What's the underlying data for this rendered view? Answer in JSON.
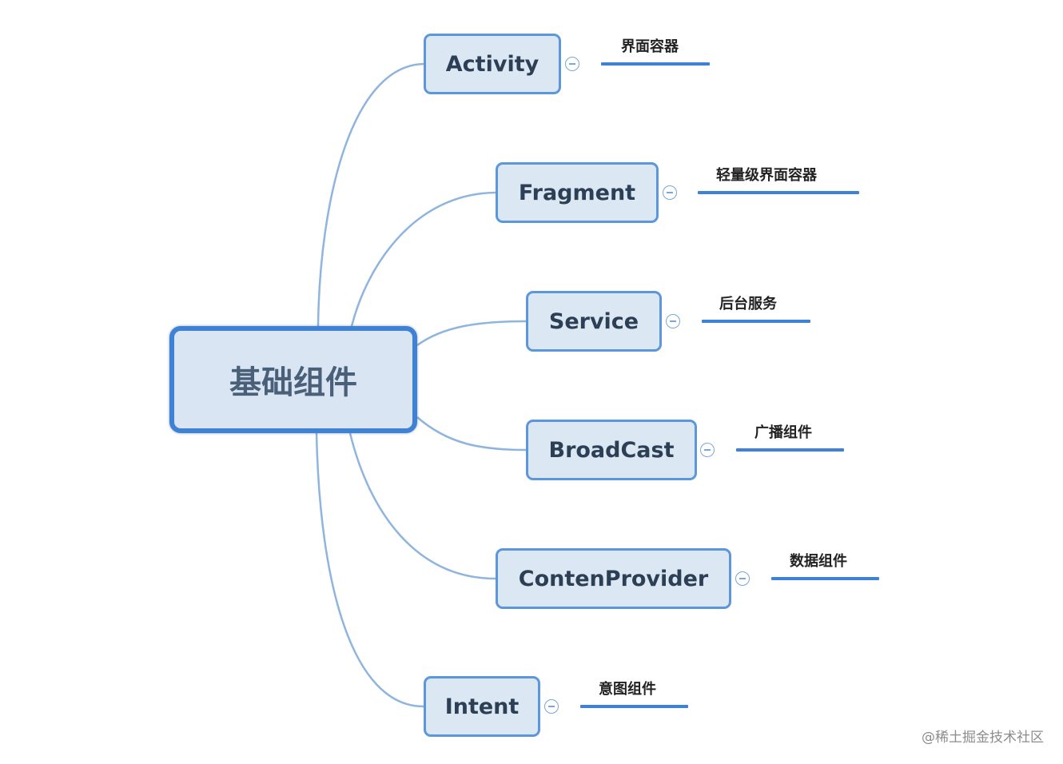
{
  "root": {
    "label": "基础组件"
  },
  "branches": [
    {
      "label": "Activity",
      "description": "界面容器"
    },
    {
      "label": "Fragment",
      "description": "轻量级界面容器"
    },
    {
      "label": "Service",
      "description": "后台服务"
    },
    {
      "label": "BroadCast",
      "description": "广播组件"
    },
    {
      "label": "ContenProvider",
      "description": "数据组件"
    },
    {
      "label": "Intent",
      "description": "意图组件"
    }
  ],
  "watermark": "@稀土掘金技术社区",
  "colors": {
    "node_fill": "#dce7f4",
    "node_border": "#5b97da",
    "root_border": "#3f82d4",
    "connector": "#8fb4de",
    "underline": "#3d82d6"
  },
  "icons": {
    "collapse": "collapse-minus-icon"
  }
}
